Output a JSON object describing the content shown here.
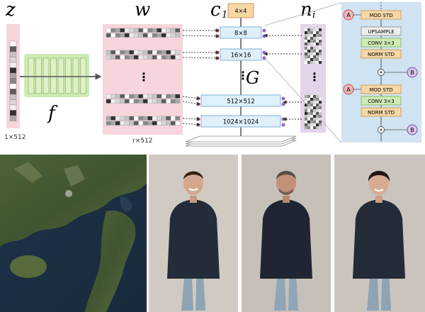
{
  "diagram": {
    "z_label": "z",
    "w_label": "w",
    "c1_label": "c",
    "c1_sub": "1",
    "n_label": "n",
    "n_sub": "i",
    "f_label": "f",
    "g_label": "G",
    "z_dim": "1×512",
    "w_dim": "r×512",
    "const_block": "4×4",
    "res_blocks": [
      "8×8",
      "16×16",
      "512×512",
      "1024×1024"
    ],
    "ellipsis": "⋮",
    "detail": {
      "mod_std": "MOD STD",
      "upsample": "UPSAMPLE",
      "conv": "CONV 3×3",
      "norm_std": "NORM STD",
      "a_tag": "A",
      "b_tag": "B"
    },
    "colors": {
      "pink_bg": "#f6d5dc",
      "green_bg": "#cfeab4",
      "blue_box": "#dff0fb",
      "orange_box": "#f7d7a6",
      "purple_bg": "#e2d5ea",
      "panel_bg": "#cfe3f2"
    }
  },
  "photos": [
    {
      "name": "satellite-map",
      "icons": "aerial-terrain"
    },
    {
      "name": "portrait-1",
      "icons": "person-photo"
    },
    {
      "name": "portrait-2",
      "icons": "person-photo"
    },
    {
      "name": "portrait-3",
      "icons": "person-photo"
    }
  ]
}
